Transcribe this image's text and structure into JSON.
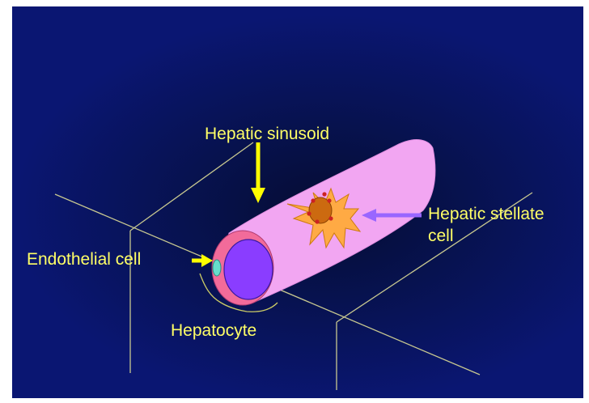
{
  "labels": {
    "hepatic_sinusoid": "Hepatic sinusoid",
    "hepatic_stellate_line1": "Hepatic stellate",
    "hepatic_stellate_line2": "cell",
    "endothelial_cell": "Endothelial cell",
    "hepatocyte": "Hepatocyte"
  },
  "colors": {
    "background": "#0a1672",
    "label_text": "#ffff66",
    "sinusoid": "#f2a6f2",
    "lumen": "#8a3dff",
    "endothelial_ring": "#f26b9a",
    "stellate_cell": "#ffaa44",
    "stellate_nucleus": "#cc6a10",
    "lipid_droplets": "#cc2222",
    "arrow_yellow": "#ffff00",
    "arrow_purple": "#9966ff",
    "grid_lines": "#c8c890"
  }
}
